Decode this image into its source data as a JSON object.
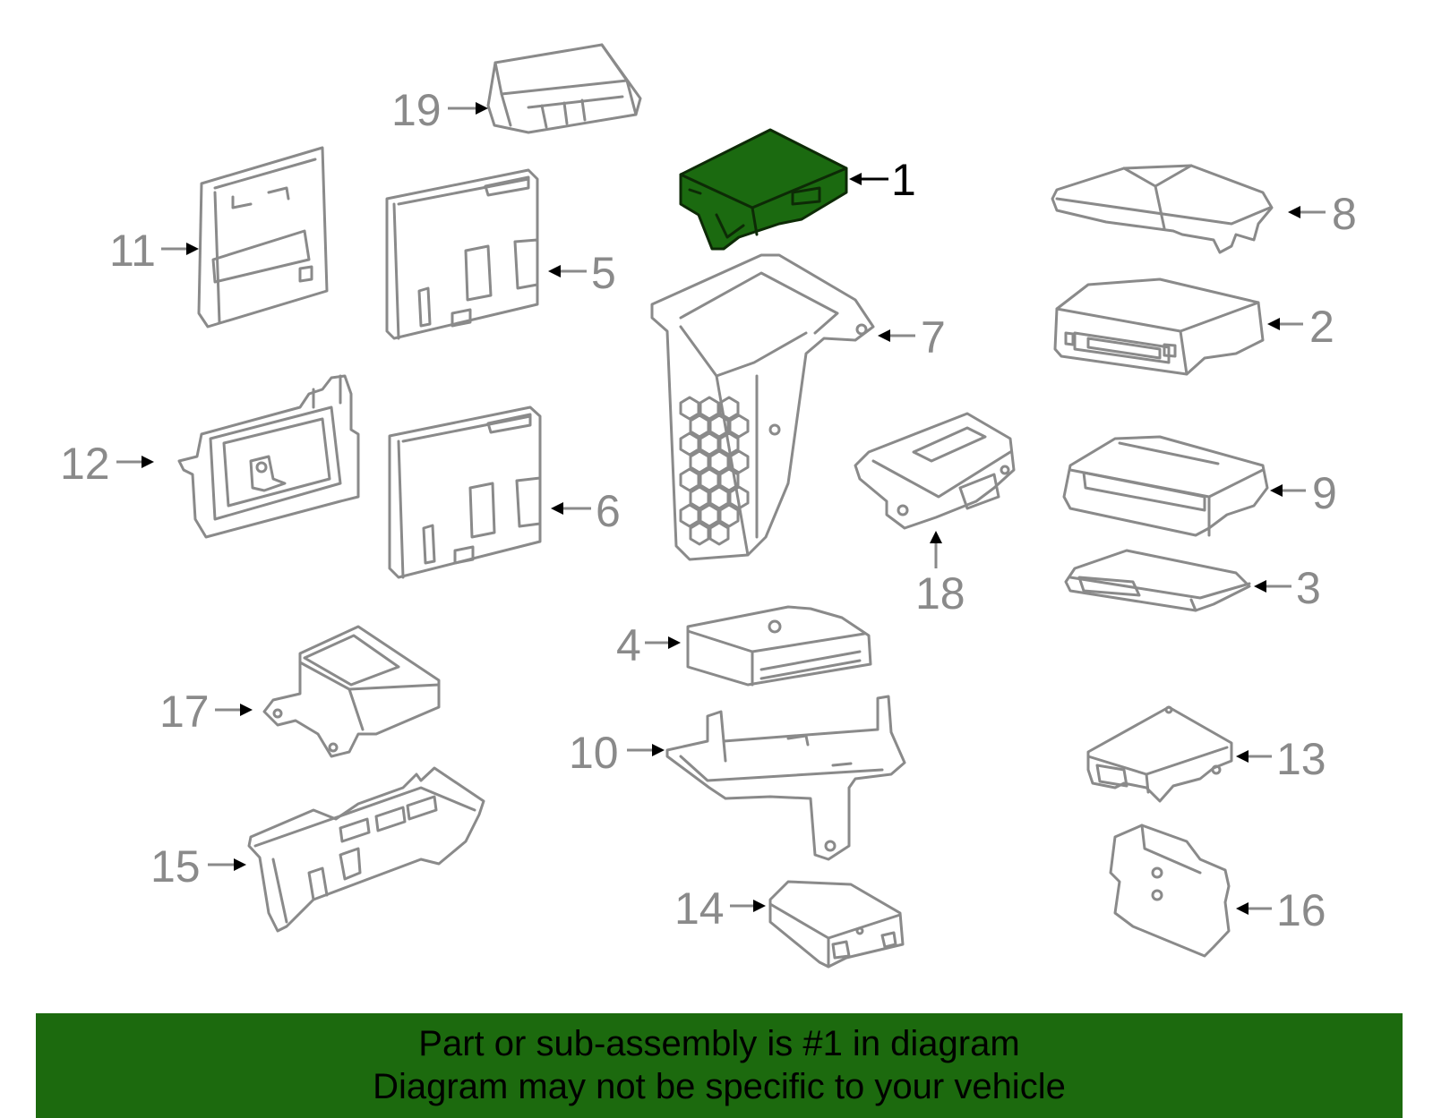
{
  "callouts": {
    "c1": "1",
    "c2": "2",
    "c3": "3",
    "c4": "4",
    "c5": "5",
    "c6": "6",
    "c7": "7",
    "c8": "8",
    "c9": "9",
    "c10": "10",
    "c11": "11",
    "c12": "12",
    "c13": "13",
    "c14": "14",
    "c15": "15",
    "c16": "16",
    "c17": "17",
    "c18": "18",
    "c19": "19"
  },
  "highlighted_part": "1",
  "colors": {
    "highlight_fill": "#1b6a10",
    "banner_bg": "#1c6a0e",
    "line_gray": "#8a8a8a"
  },
  "banner": {
    "line1": "Part or sub-assembly is #1 in diagram",
    "line2": "Diagram may not be specific to your vehicle"
  }
}
